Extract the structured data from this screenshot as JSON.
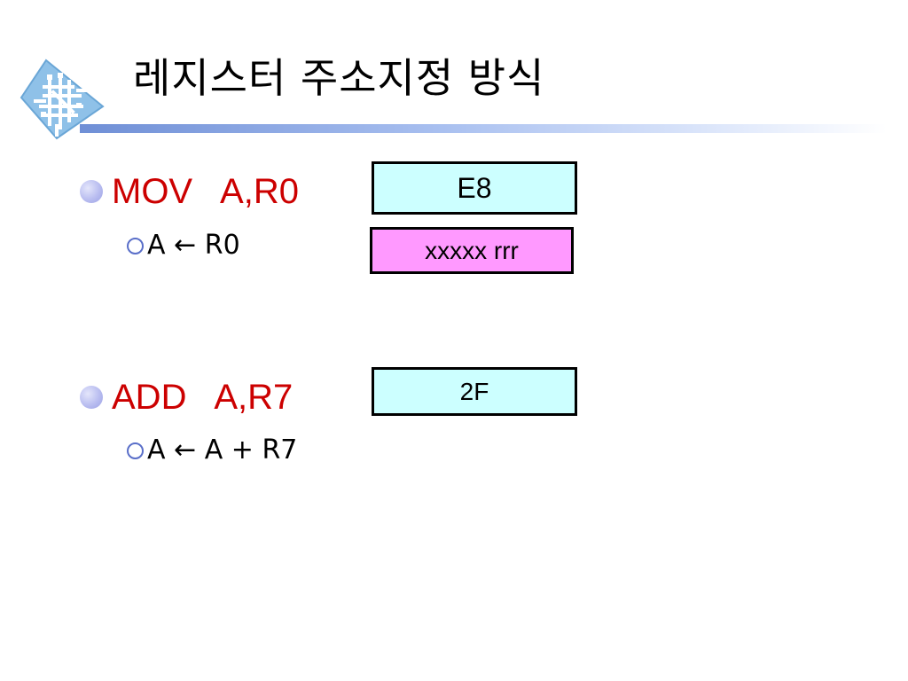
{
  "slide": {
    "title": "레지스터 주소지정 방식"
  },
  "items": [
    {
      "instruction": "MOV A,R0",
      "description": "A ← R0"
    },
    {
      "instruction": "ADD A,R7",
      "description": "A ← A + R7"
    }
  ],
  "boxes": {
    "mov_opcode": "E8",
    "mov_encoding": "xxxxx rrr",
    "add_opcode": "2F"
  },
  "colors": {
    "instruction_text": "#cc0000",
    "opcode_box_fill": "#ccffff",
    "encoding_box_fill": "#ff99ff",
    "title_rule": "#6f8fd6",
    "bullet": "#b9bdf0"
  },
  "icons": {
    "logo": "circuit-board-icon",
    "bullet": "filled-circle-bullet-icon",
    "sub_bullet": "ring-bullet-icon"
  }
}
